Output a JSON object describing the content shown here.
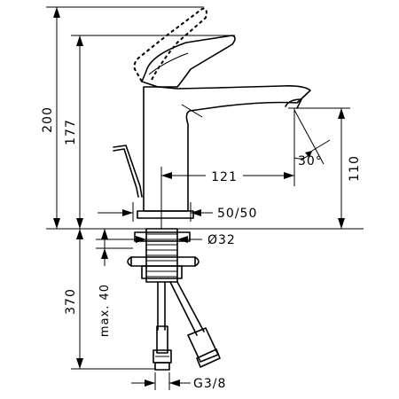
{
  "dimensions": {
    "total_height": "200",
    "spout_height": "177",
    "spout_reach": "121",
    "outlet_height": "110",
    "outlet_angle": "30°",
    "plug_drawer": "50/50",
    "thread_diameter": "Ø32",
    "below_deck": "370",
    "max_thickness": "max. 40",
    "connection_thread": "G3/8"
  }
}
